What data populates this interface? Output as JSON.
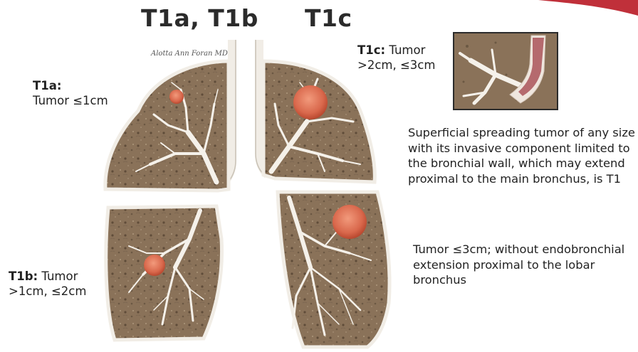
{
  "headings": {
    "t1ab": "T1a, T1b",
    "t1c": "T1c"
  },
  "labels": {
    "t1a_title": "T1a:",
    "t1a_text": "Tumor ≤1cm",
    "t1b_title": "T1b:",
    "t1b_text_1": " Tumor",
    "t1b_text_2": ">1cm, ≤2cm",
    "t1c_title": "T1c:",
    "t1c_text_1": " Tumor",
    "t1c_text_2": ">2cm, ≤3cm"
  },
  "descriptions": {
    "superficial_spreading": "Superficial spreading tumor of any size with its invasive component limited to the bronchial wall, which may extend proximal to the main bronchus, is T1",
    "tumor_3cm": "Tumor ≤3cm; without endobronchial extension proximal to the lobar bronchus"
  },
  "signature": "Alotta Ann Foran MD©",
  "colors": {
    "lung_tissue": "#8a7259",
    "pleura": "#f1ede6",
    "tumor": "#d9684c",
    "airway": "#ffffff",
    "accent": "#c0303a"
  }
}
